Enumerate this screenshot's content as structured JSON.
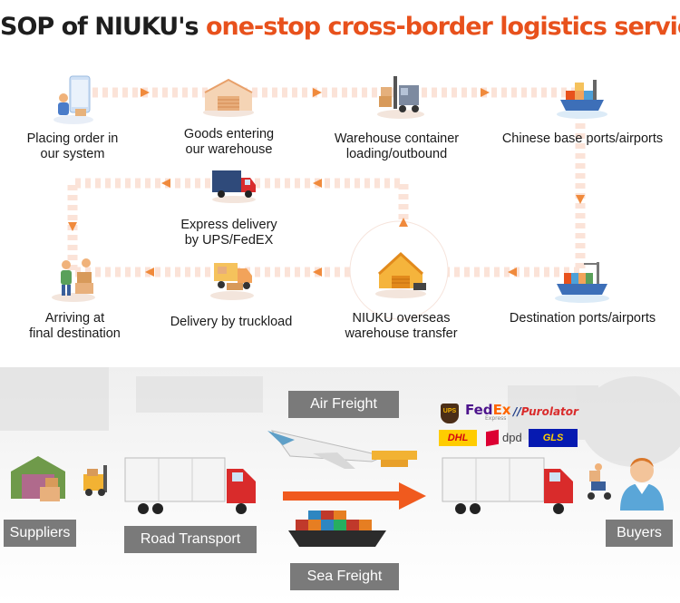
{
  "title": {
    "part1": "SOP of NIUKU's",
    "part2": "one-stop cross-border logistics service"
  },
  "steps": {
    "placing_order": "Placing order in\nour system",
    "goods_entering": "Goods entering\nour warehouse",
    "container_loading": "Warehouse container\nloading/outbound",
    "base_ports": "Chinese base ports/airports",
    "express_delivery": "Express delivery\nby UPS/FedEX",
    "arriving": "Arriving at\nfinal destination",
    "truckload": "Delivery by truckload",
    "overseas_transfer": "NIUKU overseas\nwarehouse transfer",
    "destination_ports": "Destination ports/airports"
  },
  "transport": {
    "suppliers": "Suppliers",
    "road_transport": "Road Transport",
    "air_freight": "Air Freight",
    "sea_freight": "Sea Freight",
    "buyers": "Buyers"
  },
  "carriers": {
    "ups": "UPS",
    "fedex_fed": "Fed",
    "fedex_ex": "Ex",
    "fedex_sub": "Express",
    "purolator": "Purolator",
    "dhl": "DHL",
    "dpd": "dpd",
    "gls": "GLS"
  },
  "colors": {
    "accent": "#e8511c",
    "arrow": "#f08a3c",
    "path": "#fbe3d8",
    "label_box": "#7a7a7a"
  }
}
